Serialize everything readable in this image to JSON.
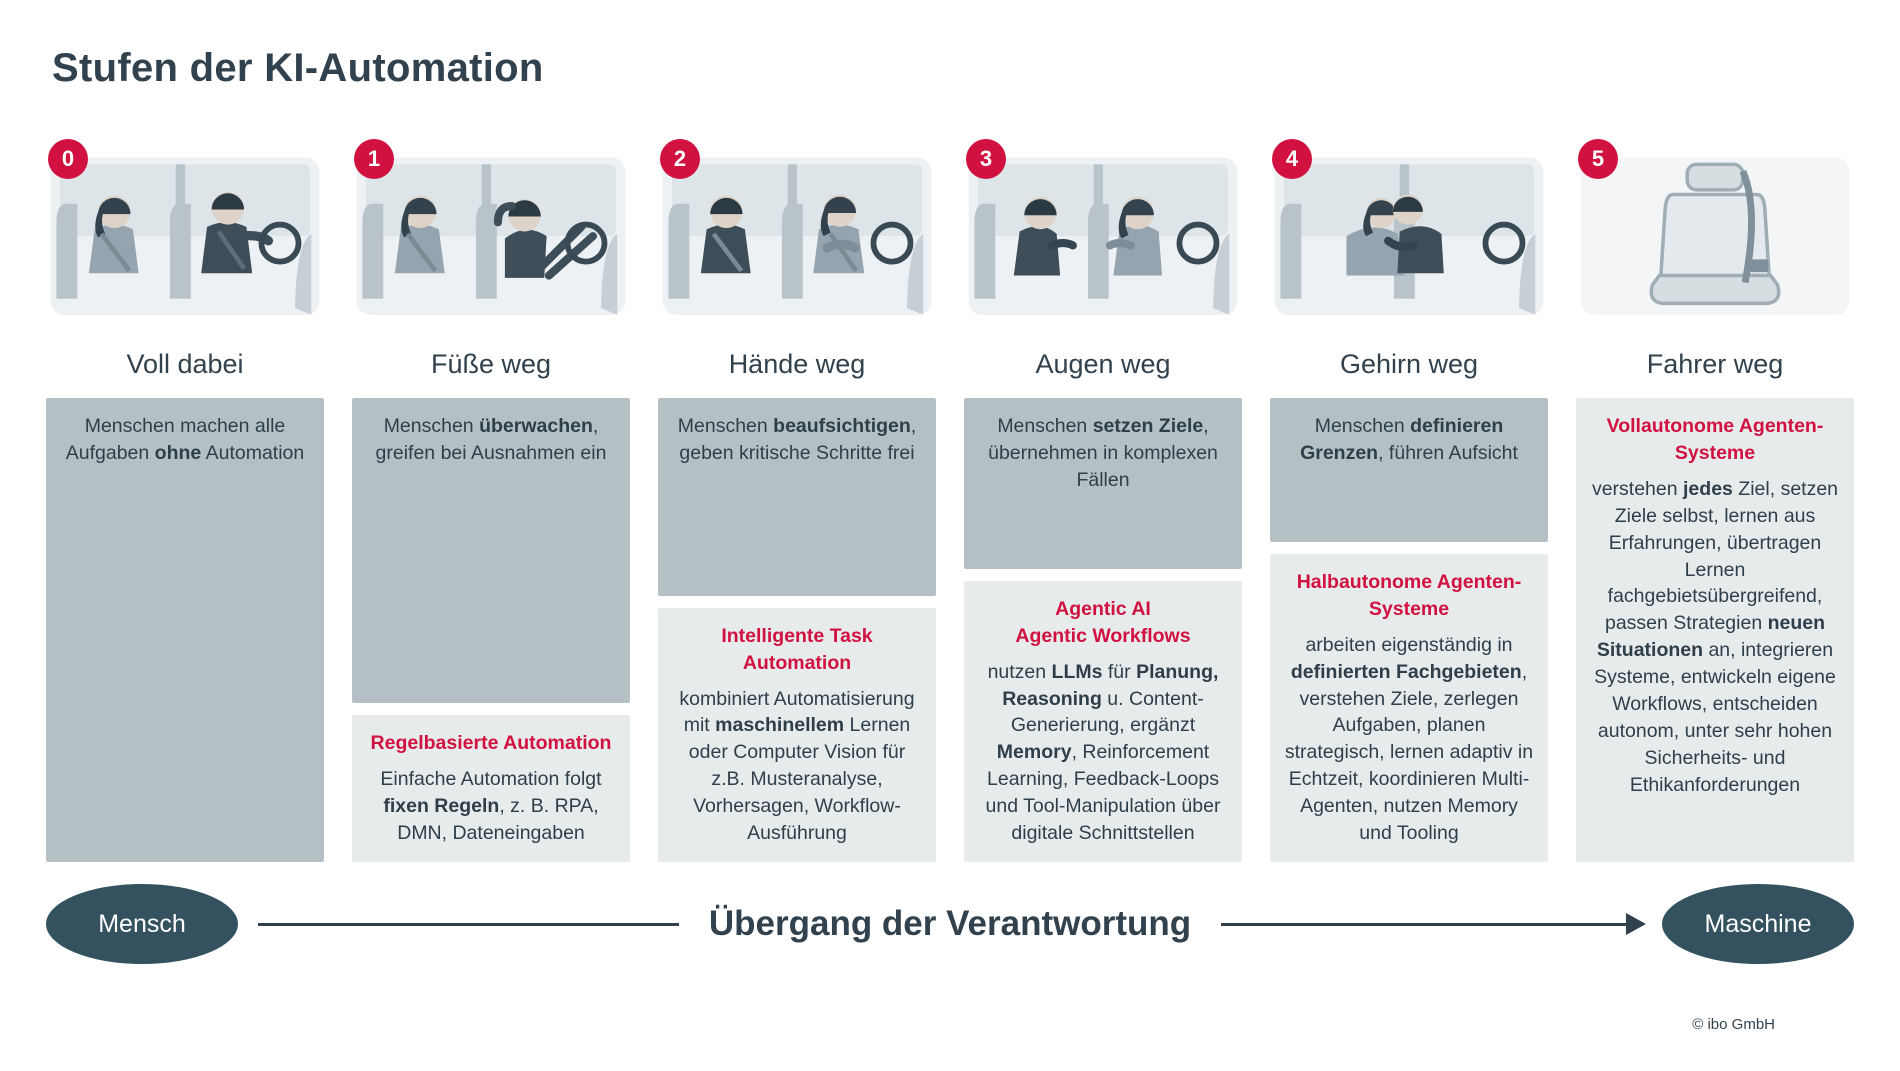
{
  "page": {
    "title": "Stufen der KI-Automation",
    "copyright": "© ibo GmbH"
  },
  "colors": {
    "accent_red": "#d11240",
    "dark_slate": "#31424e",
    "human_box_bg": "#b5c0c5",
    "tech_box_bg": "#e8ebec",
    "oval_bg": "#33515e"
  },
  "stages": [
    {
      "number": "0",
      "caption": "Voll dabei",
      "illustration": "driver-attentive-hands-on-wheel-with-passenger",
      "human_html": "Menschen machen alle Aufgaben <b>ohne</b> Automation"
    },
    {
      "number": "1",
      "caption": "Füße weg",
      "illustration": "driver-reclined-feet-off-pedals",
      "human_html": "Menschen <b>überwachen</b>, greifen bei Ausnahmen ein",
      "tech_heading_html": "Regelbasierte Automation",
      "tech_body_html": "Einfache Automation folgt <b>fixen Regeln</b>, z. B. RPA, DMN, Dateneingaben"
    },
    {
      "number": "2",
      "caption": "Hände weg",
      "illustration": "driver-hands-off-wheel",
      "human_html": "Menschen <b>beaufsichtigen</b>, geben kritische Schritte frei",
      "tech_heading_html": "Intelligente Task Automation",
      "tech_body_html": "kombiniert Automatisierung mit <b>maschinellem</b> Lernen oder Computer Vision für z.B. Musteranalyse, Vorhersagen, Workflow-Ausführung"
    },
    {
      "number": "3",
      "caption": "Augen weg",
      "illustration": "couple-talking-eyes-off-road",
      "human_html": "Menschen <b>setzen Ziele</b>, übernehmen in komplexen Fällen",
      "tech_heading_html": "Agentic AI<br>Agentic Workflows",
      "tech_body_html": "nutzen <b>LLMs</b> für <b>Planung, Reasoning</b> u. Content-Generierung, ergänzt <b>Memory</b>, Reinforcement Learning, Feedback-Loops und Tool-Manipulation über digitale Schnittstellen"
    },
    {
      "number": "4",
      "caption": "Gehirn weg",
      "illustration": "couple-embracing-attention-off",
      "human_html": "Menschen <b>definieren Grenzen</b>, führen Aufsicht",
      "tech_heading_html": "Halbautonome Agenten-Systeme",
      "tech_body_html": "arbeiten eigenständig in <b>definierten Fachgebieten</b>, verstehen Ziele, zerlegen Aufgaben, planen strategisch, lernen adaptiv in Echtzeit, koordinieren Multi-Agenten, nutzen Memory und Tooling"
    },
    {
      "number": "5",
      "caption": "Fahrer weg",
      "illustration": "empty-driver-seat",
      "tech_heading_html": "Vollautonome Agenten-<br>Systeme",
      "tech_body_html": "verstehen <b>jedes</b> Ziel, setzen Ziele selbst, lernen aus Erfahrungen, übertragen Lernen fachgebietsübergreifend, passen Strategien <b>neuen Situationen</b> an, integrieren Systeme, entwickeln eigene Workflows, entscheiden autonom, unter sehr hohen Sicherheits- und Ethikanforderungen"
    }
  ],
  "transition": {
    "left_label": "Mensch",
    "center_label": "Übergang der Verantwortung",
    "right_label": "Maschine"
  }
}
